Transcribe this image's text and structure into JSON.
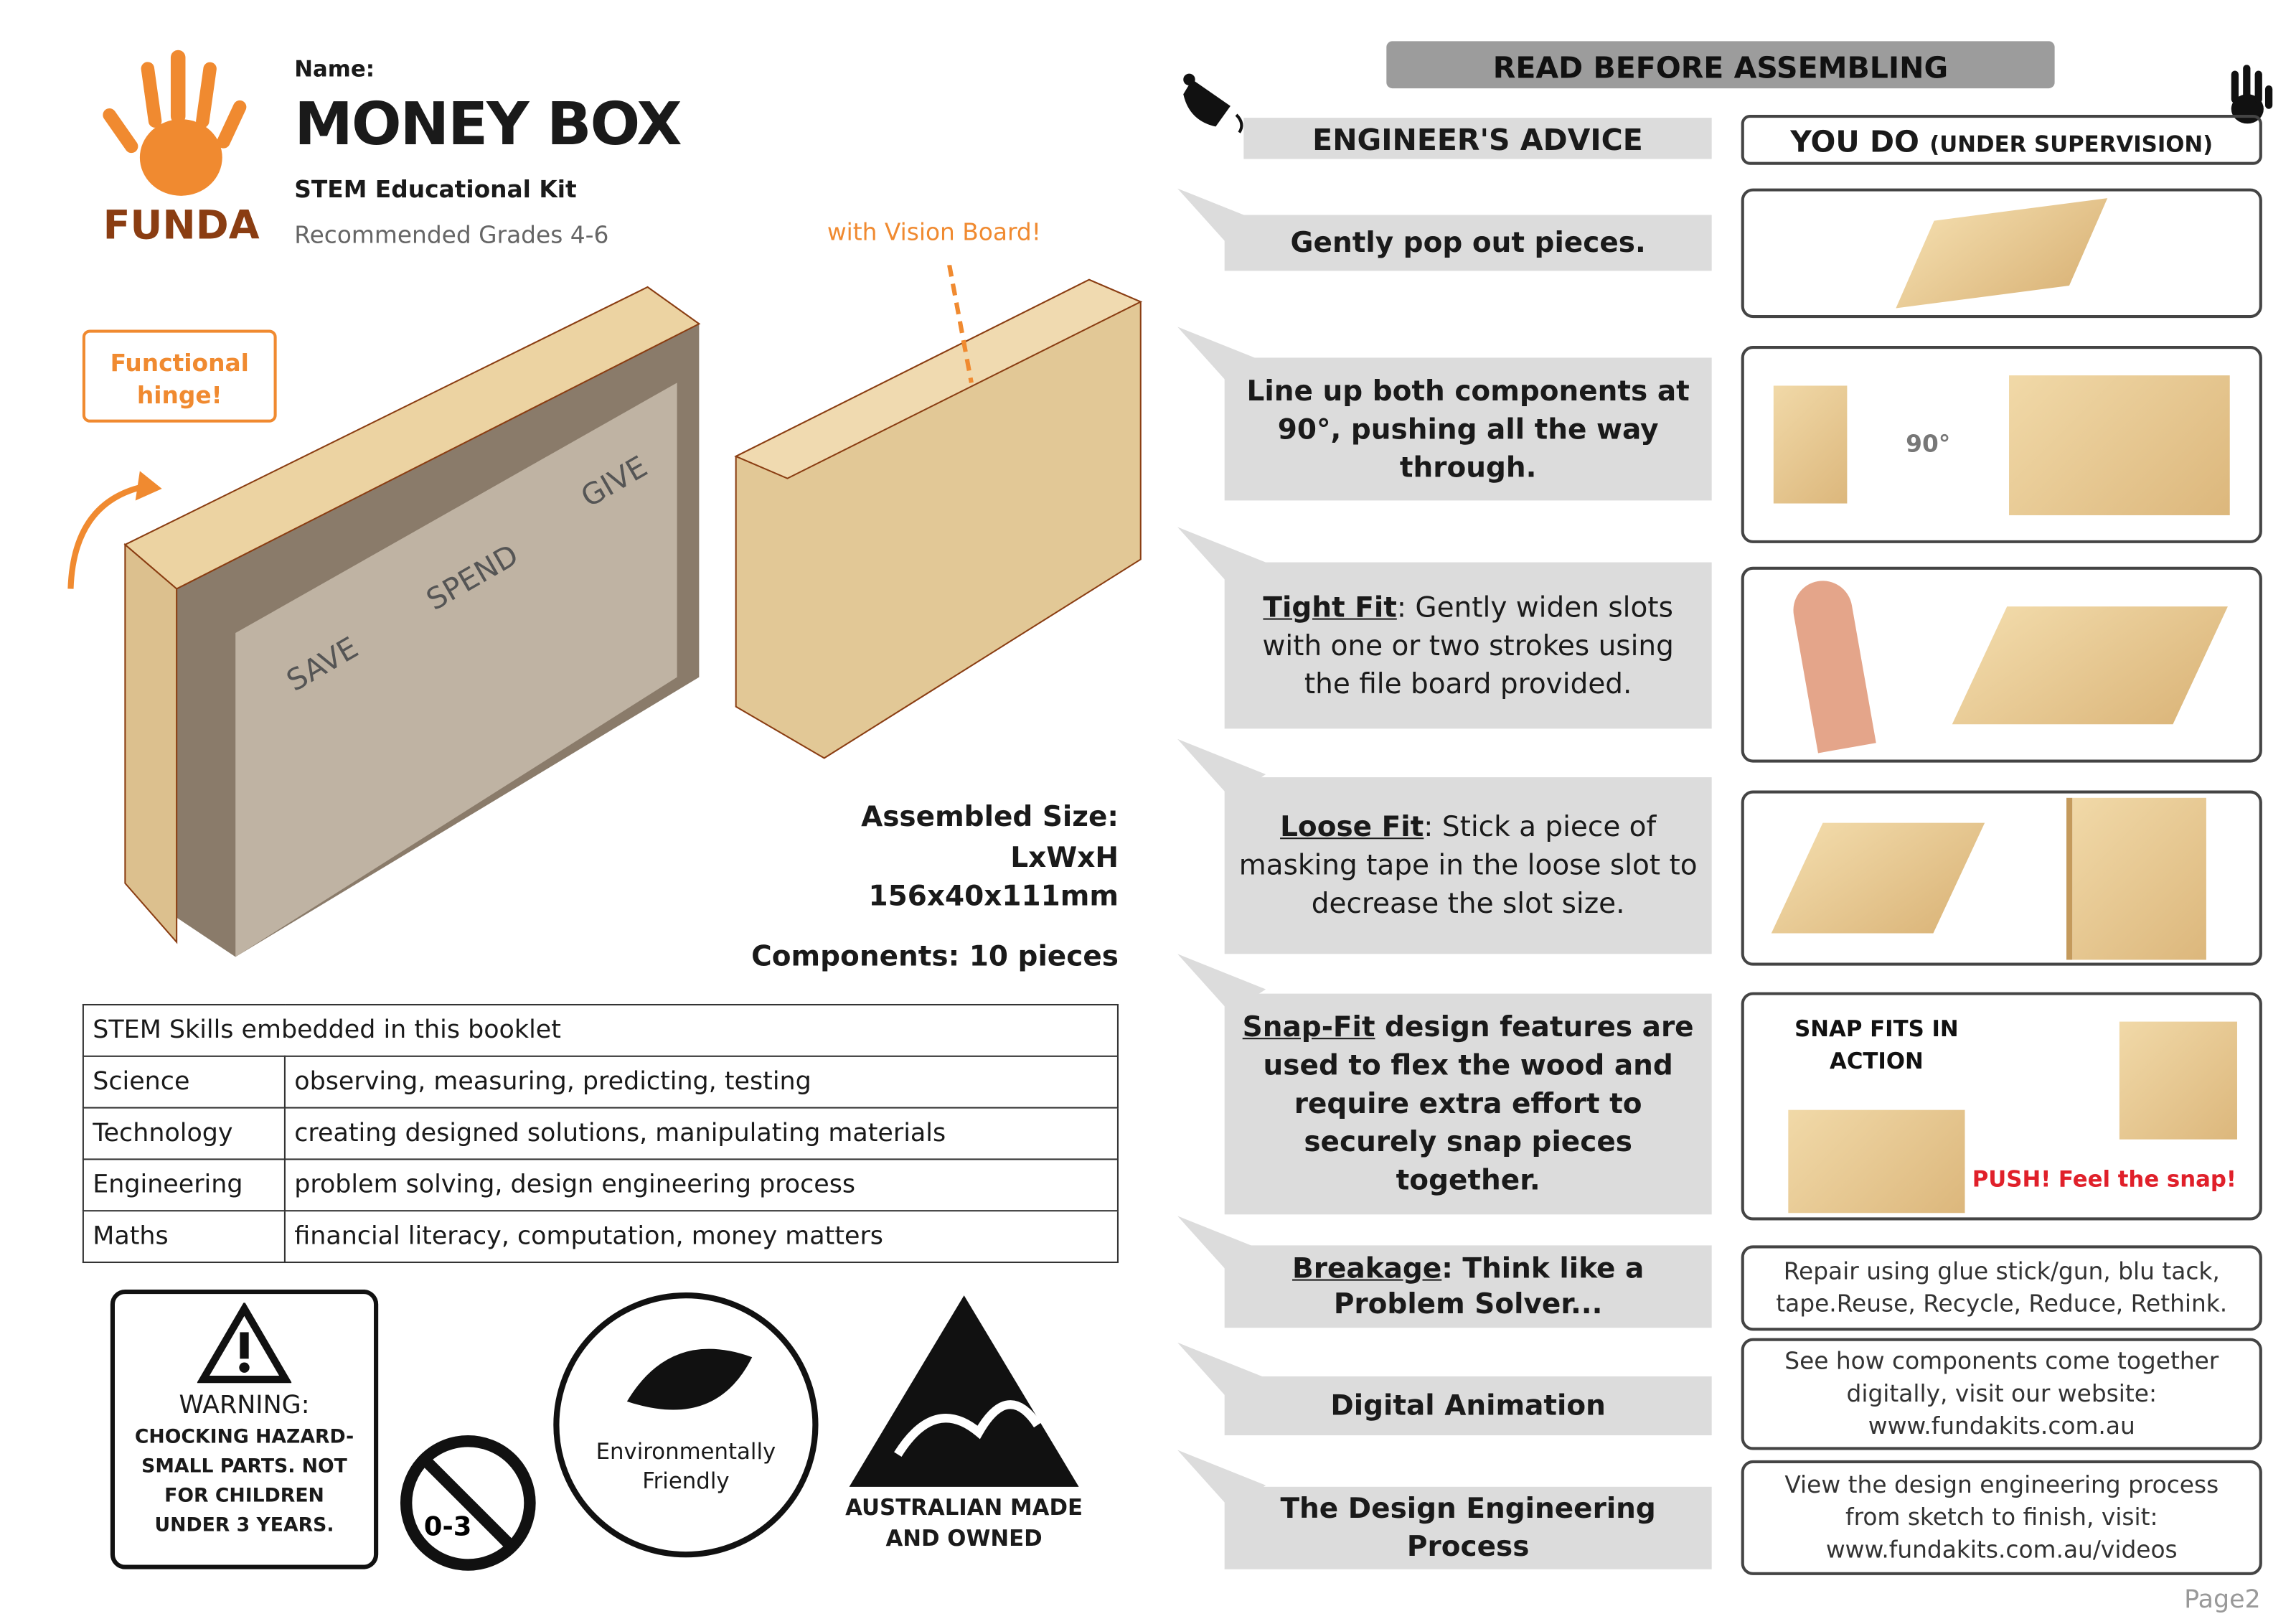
{
  "header": {
    "name_label": "Name:",
    "title": "MONEY BOX",
    "subtitle": "STEM Educational Kit",
    "grades": "Recommended Grades 4-6",
    "brand": "FUNDA"
  },
  "callouts": {
    "vision_board": "with Vision Board!",
    "hinge_line1": "Functional",
    "hinge_line2": "hinge!"
  },
  "box_labels": [
    "SAVE",
    "SPEND",
    "GIVE"
  ],
  "specs": {
    "assembled_label": "Assembled Size:",
    "dims_label": "LxWxH",
    "dims": "156x40x111mm",
    "components": "Components: 10 pieces"
  },
  "skills_table": {
    "header": "STEM Skills embedded in this booklet",
    "rows": [
      {
        "subject": "Science",
        "skills": "observing, measuring, predicting, testing"
      },
      {
        "subject": "Technology",
        "skills": "creating designed solutions, manipulating materials"
      },
      {
        "subject": "Engineering",
        "skills": "problem solving, design engineering process"
      },
      {
        "subject": "Maths",
        "skills": "financial literacy, computation, money matters"
      }
    ]
  },
  "badges": {
    "warning_title": "WARNING:",
    "warning_text": "CHOCKING HAZARD-SMALL PARTS. NOT FOR CHILDREN UNDER 3 YEARS.",
    "age": "0-3",
    "eco": "Environmentally Friendly",
    "aus_line1": "AUSTRALIAN MADE",
    "aus_line2": "AND OWNED"
  },
  "right": {
    "banner": "READ BEFORE ASSEMBLING",
    "advice_header": "ENGINEER'S ADVICE",
    "you_do": "YOU DO",
    "you_do_note": "(UNDER SUPERVISION)",
    "rows": [
      {
        "lead": "",
        "text": "Gently pop out pieces."
      },
      {
        "lead": "",
        "text": "Line up both components at 90°, pushing all the way through.",
        "right": "90°"
      },
      {
        "lead": "Tight Fit",
        "text": ": Gently widen slots with one or two strokes using the file board provided."
      },
      {
        "lead": "Loose Fit",
        "text": ": Stick a piece of masking tape in the loose slot to decrease the slot size."
      },
      {
        "lead": "Snap-Fit",
        "text": " design features are used to flex the wood and require extra effort to securely snap pieces together.",
        "right_title": "SNAP FITS IN ACTION",
        "right_note": "PUSH! Feel the snap!"
      },
      {
        "lead": "Breakage",
        "text": ": Think like a Problem Solver...",
        "right": "Repair using glue stick/gun, blu tack, tape.Reuse, Recycle, Reduce, Rethink."
      },
      {
        "lead": "",
        "text": "Digital Animation",
        "right": "See how components come together digitally, visit our website: www.fundakits.com.au"
      },
      {
        "lead": "",
        "text": "The Design Engineering Process",
        "right": "View the design engineering process from sketch to finish, visit: www.fundakits.com.au/videos"
      }
    ]
  },
  "footer": {
    "page": "Page2"
  },
  "colors": {
    "orange": "#f08a30",
    "brown": "#8a3d12",
    "gray": "#dcdcdc",
    "red": "#e0202a"
  }
}
